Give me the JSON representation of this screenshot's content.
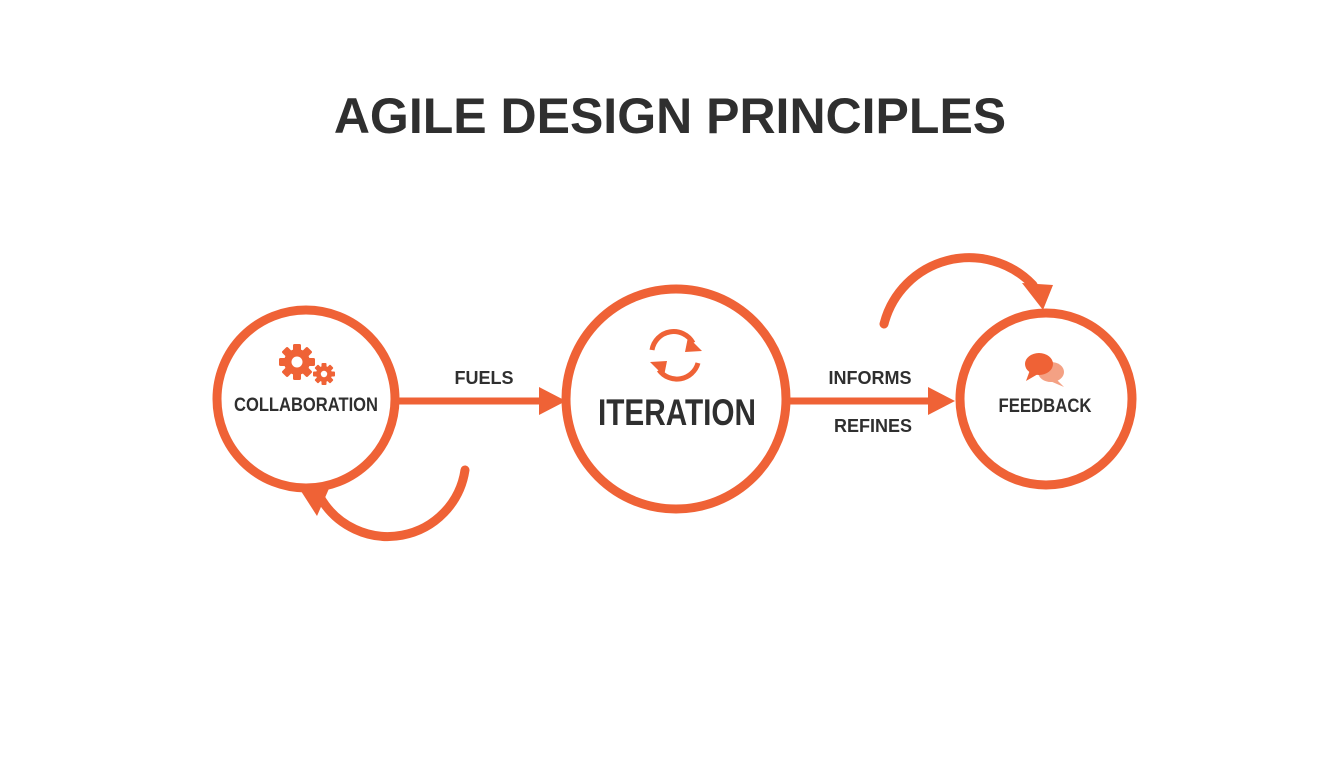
{
  "title": "AGILE DESIGN PRINCIPLES",
  "colors": {
    "accent": "#ef6236",
    "text": "#2f2f2f",
    "background": "#ffffff",
    "bubble_back": "#f4a184"
  },
  "nodes": {
    "collaboration": {
      "label": "COLLABORATION",
      "icon": "gears-icon"
    },
    "iteration": {
      "label": "ITERATION",
      "icon": "refresh-cycle-icon"
    },
    "feedback": {
      "label": "FEEDBACK",
      "icon": "chat-bubbles-icon"
    }
  },
  "edges": {
    "fuels": {
      "label": "FUELS",
      "from": "COLLABORATION",
      "to": "ITERATION"
    },
    "informs": {
      "label": "INFORMS",
      "from": "ITERATION",
      "to": "FEEDBACK"
    },
    "refines": {
      "label": "REFINES",
      "from": "ITERATION",
      "to": "FEEDBACK"
    }
  }
}
